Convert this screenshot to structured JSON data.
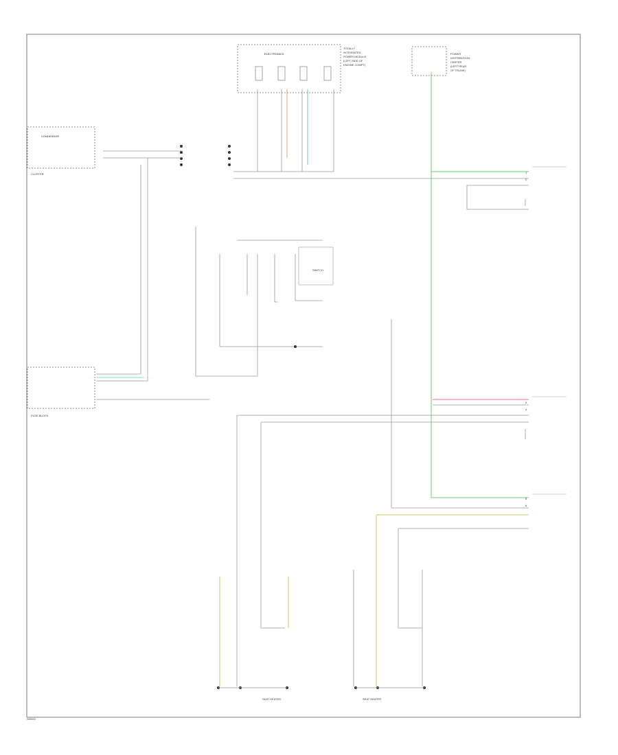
{
  "footer": {
    "code": "W0000"
  },
  "components": {
    "electronics": "ELECTRONICS",
    "cluster_box": "CONDENSOR",
    "cluster": "CLUSTER",
    "fuse_block_left": "FUSE BLOCK",
    "switch_box": "SWITCH",
    "seat_heater_l": "SEAT HEATER",
    "seat_heater_r": "SEAT HEATER"
  },
  "connectors": {
    "pin1": "1",
    "pin2": "2",
    "pin3": "3",
    "pin4": "4",
    "pin5": "5",
    "pin6": "6"
  }
}
